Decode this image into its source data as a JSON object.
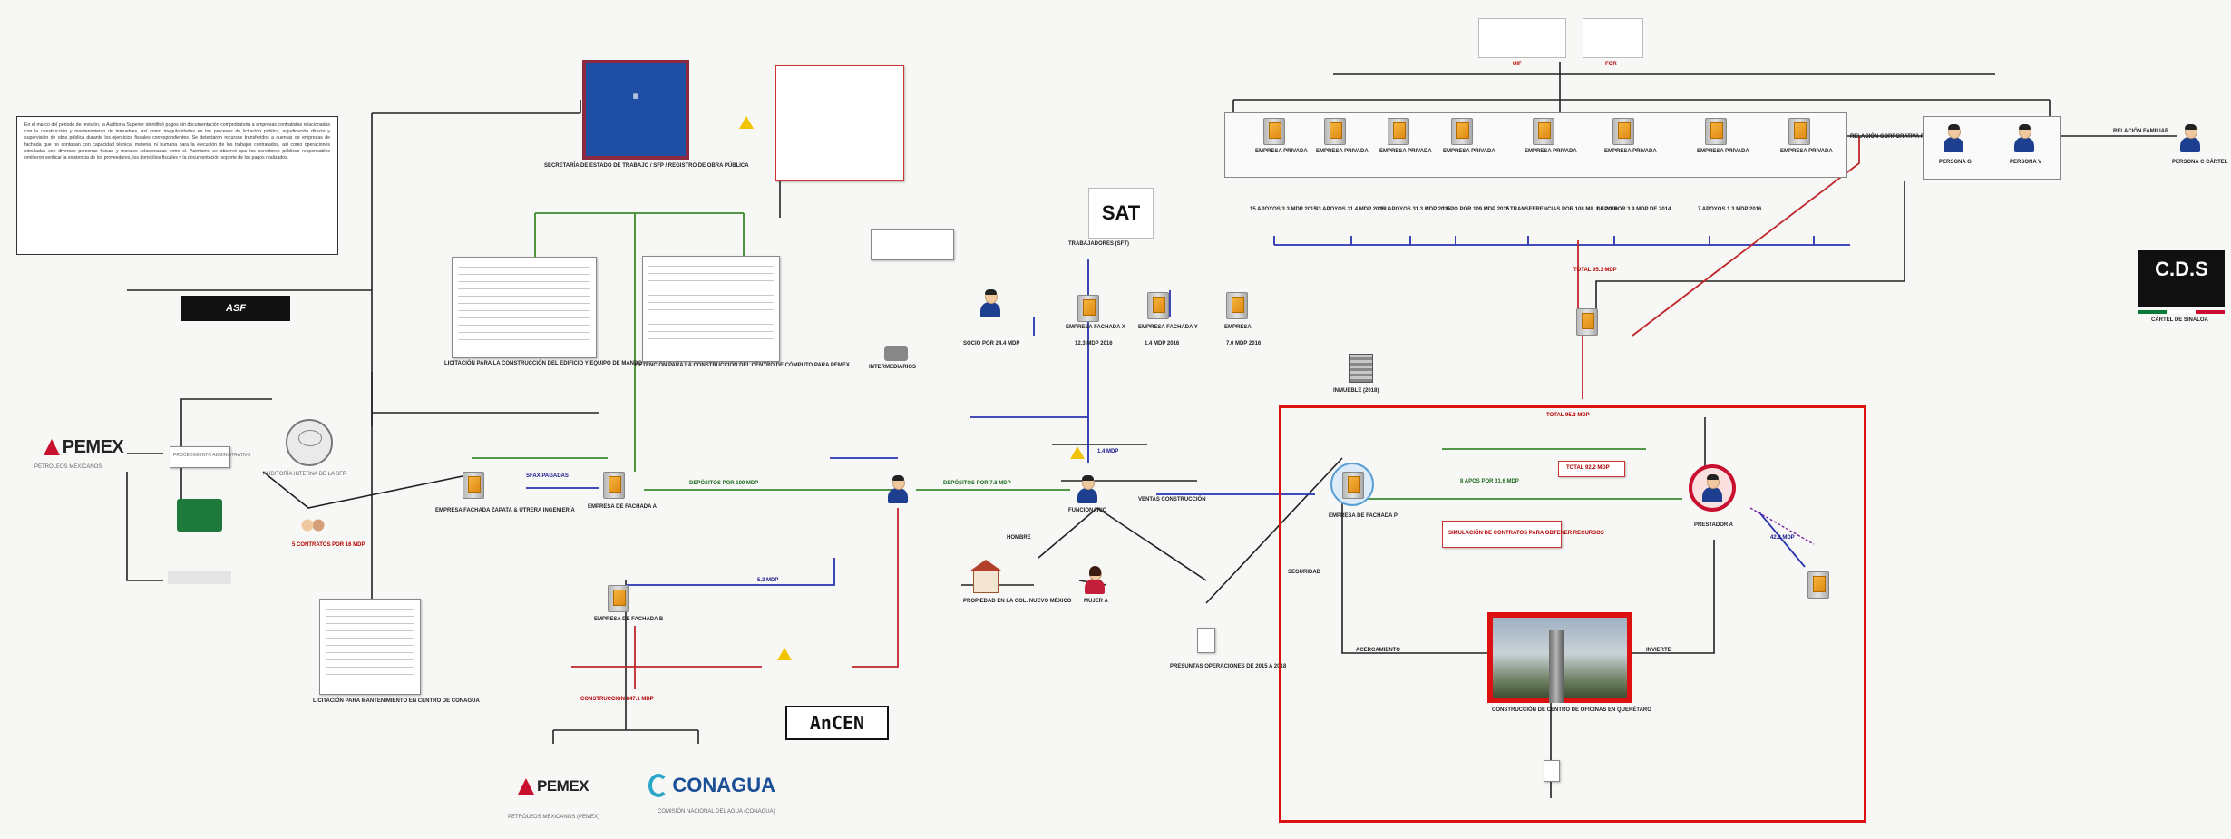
{
  "nodes": {
    "pemex_left_caption": "PETRÓLEOS MEXICANOS",
    "pemex_bottom_caption": "PETRÓLEOS MEXICANOS (PEMEX)",
    "conagua_caption": "COMISIÓN NACIONAL DEL AGUA (CONAGUA)",
    "auditoria_caption": "AUDITORÍA INTERNA DE LA SFP",
    "empresa_fachada_label": "EMPRESA FACHADA ZAPATA & UTRERA INGENIERÍA",
    "empresa_a_label": "EMPRESA DE FACHADA A",
    "empresa_b_label": "EMPRESA DE FACHADA B",
    "empresa_p_label": "EMPRESA DE FACHADA P",
    "contrato_label": "5 CONTRATOS POR 16 MDP",
    "shcp_caption": "SECRETARÍA DE ESTADO DE TRABAJO / SFP / REGISTRO DE OBRA PÚBLICA",
    "licitacion_caption": "LICITACIÓN PARA LA CONSTRUCCIÓN DEL EDIFICIO Y EQUIPO DE MANDO",
    "licitacion2_caption": "DETENCIÓN PARA LA CONSTRUCCIÓN DEL CENTRO DE CÓMPUTO PARA PEMEX",
    "licitacion3_caption": "LICITACIÓN PARA MANTENIMIENTO EN CENTRO DE CONAGUA",
    "gente_caption": "INTERMEDIARIOS",
    "sat_caption": "TRABAJADORES (SFT)",
    "persona_s_label": "SOCIO POR 24.4 MDP",
    "fachada_x_label": "EMPRESA FACHADA X",
    "fachada_y_label": "EMPRESA FACHADA Y",
    "fachada_z_label": "EMPRESA",
    "monto_x": "12.3 MDP 2016",
    "monto_y": "1.4 MDP 2016",
    "monto_z": "7.0 MDP 2016",
    "persona_r_label": "FUNCIONARIO",
    "persona_h_label": "HOMBRE",
    "persona_m_label": "MUJER A",
    "casa_caption": "PROPIEDAD EN LA COL. NUEVO MÉXICO",
    "doc_caption": "PRESUNTAS OPERACIONES DE 2015 A 2018",
    "building_caption": "INMUEBLE (2018)",
    "prestador_label": "PRESTADOR A",
    "foto_caption": "CONSTRUCCIÓN DE CENTRO DE OFICINAS EN QUERÉTARO",
    "bottom_note": "SIMULACIÓN DE CONTRATOS PARA OBTENER RECURSOS",
    "total_label": "TOTAL 92.2 MDP",
    "cds_text": "C.D.S",
    "cds_caption": "CÁRTEL DE SINALOA",
    "persona_g_label": "PERSONA G",
    "persona_v_label": "PERSONA V",
    "persona_c_label": "PERSONA C CÁRTEL",
    "relacion_label": "RELACIÓN CORPORATIVA FINANCIERA",
    "relacion_familiar": "RELACIÓN FAMILIAR",
    "top_logo_1_caption": "UIF",
    "top_logo_2_caption": "FGR",
    "sfp_note": "PROCEDIMIENTO ADMINISTRATIVO"
  },
  "companies_top": [
    {
      "name": "EMPRESA PRIVADA",
      "amount": "15 APOYOS 3.3 MDP 2015"
    },
    {
      "name": "EMPRESA PRIVADA",
      "amount": "33 APOYOS 31.4 MDP 2016"
    },
    {
      "name": "EMPRESA PRIVADA",
      "amount": "13 APOYOS 31.3 MDP 2015"
    },
    {
      "name": "EMPRESA PRIVADA",
      "amount": "1 APO POR 109 MDP 2015"
    },
    {
      "name": "EMPRESA PRIVADA",
      "amount": "2 TRANSFERENCIAS POR 108 MIL DE 2016"
    },
    {
      "name": "EMPRESA PRIVADA",
      "amount": "1 APO POR 3.9 MDP DE 2014"
    },
    {
      "name": "EMPRESA PRIVADA",
      "amount": "7 APOYOS 1.3 MDP 2016"
    },
    {
      "name": "EMPRESA PRIVADA",
      "amount": ""
    }
  ],
  "edges": {
    "e_fachada_a": "SFAX PAGADAS",
    "e_a_mid": "DEPÓSITOS POR 109 MDP",
    "e_mid_r": "DEPÓSITOS POR 7.8 MDP",
    "e_b_mid": "5.3 MDP",
    "e_conagua": "CONSTRUCCIÓN 847.1 MDP",
    "e_sat_r": "1.4 MDP",
    "e_p_pres": "8 APOS POR 31.6 MDP",
    "e_red_down": "TOTAL 95.3 MDP",
    "e_red_up": "TOTAL 95.3 MDP",
    "e_asesora": "ACERCAMIENTO",
    "e_pres_out": "INVIERTE",
    "e_ventas": "VENTAS CONSTRUCCIÓN",
    "e_pres_d": "SEGURIDAD",
    "e_extra": "42.3 MDP"
  }
}
